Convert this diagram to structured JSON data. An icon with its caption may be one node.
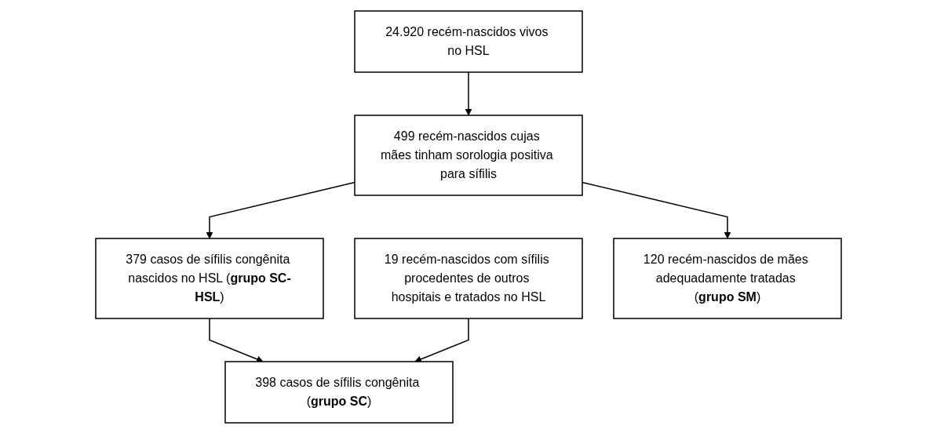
{
  "diagram": {
    "nodes": [
      {
        "text": [
          "24.920 recém-nascidos vivos no HSL"
        ]
      },
      {
        "text": [
          "499 recém-nascidos cujas mães tinham sorologia positiva para sífilis"
        ]
      },
      {
        "text": [
          "379 casos de sífilis congênita nascidos no HSL (**grupo SC-HSL**)"
        ]
      },
      {
        "text": [
          "19 recém-nascidos com sífilis procedentes de outros hospitais e tratados no HSL"
        ]
      },
      {
        "text": [
          "120 recém-nascidos de mães adequadamente tratadas (**grupo SM**)"
        ]
      },
      {
        "text": [
          "398 casos de sífilis congênita (**grupo SC**)"
        ]
      }
    ],
    "edges": [
      {
        "from": 0,
        "to": 1,
        "arrow": "to"
      },
      {
        "from": 1,
        "to": 4,
        "arrow": "to"
      },
      {
        "from": 1,
        "to": 2,
        "arrow": "to"
      },
      {
        "from": 2,
        "to": 5,
        "arrow": "to"
      },
      {
        "from": 3,
        "to": 5,
        "arrow": "to"
      }
    ]
  }
}
